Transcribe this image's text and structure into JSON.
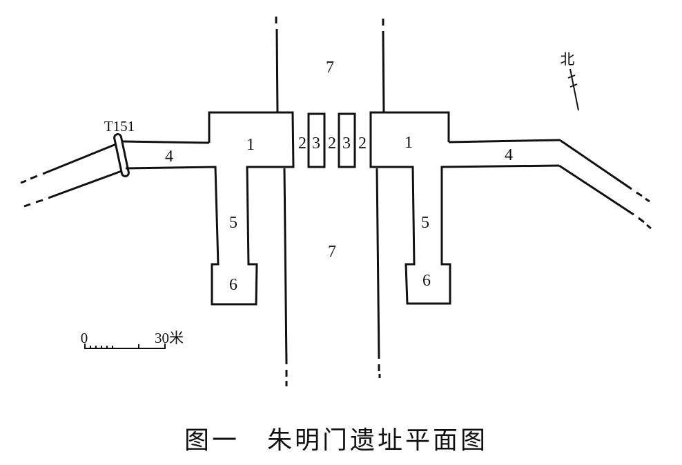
{
  "diagram": {
    "region_labels": {
      "r1": "1",
      "r2": "2",
      "r3": "3",
      "r4": "4",
      "r5": "5",
      "r6": "6",
      "r7": "7"
    },
    "trench_label": "T151",
    "north_label": "北",
    "scale_bar": {
      "start_label": "0",
      "end_label": "30米"
    }
  },
  "caption": "图一　朱明门遗址平面图",
  "colors": {
    "line": "#111111",
    "background": "#ffffff"
  }
}
